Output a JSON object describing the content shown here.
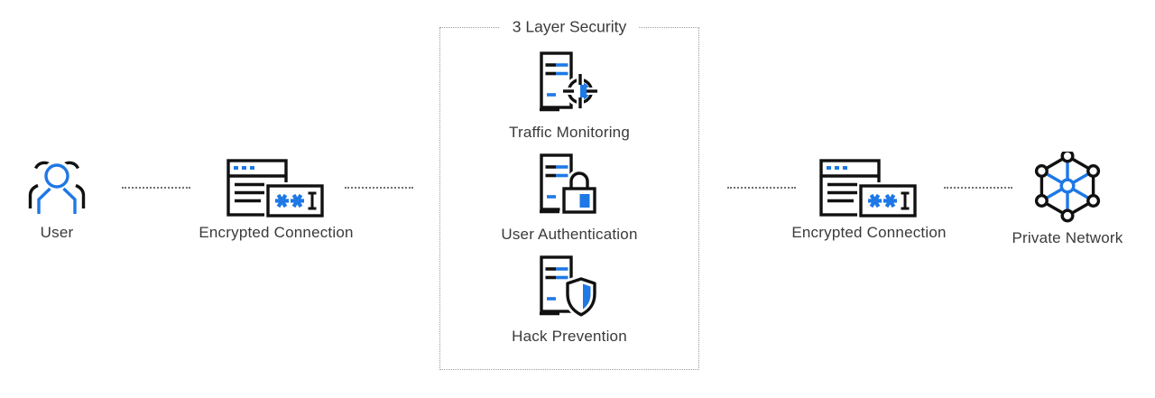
{
  "diagram": {
    "user": {
      "label": "User"
    },
    "connection_left": {
      "label": "Encrypted Connection"
    },
    "security_box": {
      "title": "3 Layer Security",
      "layers": [
        {
          "label": "Traffic Monitoring",
          "icon": "server-crosshair-icon"
        },
        {
          "label": "User Authentication",
          "icon": "server-lock-icon"
        },
        {
          "label": "Hack Prevention",
          "icon": "server-shield-icon"
        }
      ]
    },
    "connection_right": {
      "label": "Encrypted Connection"
    },
    "private_network": {
      "label": "Private Network"
    },
    "colors": {
      "accent_blue": "#1E78E6",
      "ink_black": "#111111",
      "text_gray": "#3A3A3A",
      "dotted_border_gray": "#9B9B9B"
    }
  }
}
